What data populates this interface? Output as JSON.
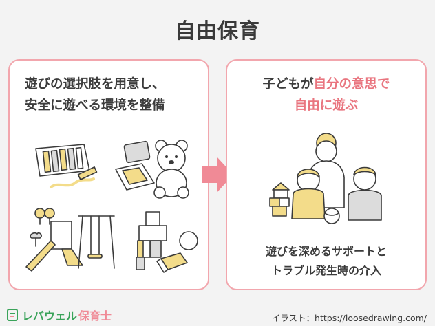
{
  "page_title": "自由保育",
  "left_card": {
    "line1": "遊びの選択肢を用意し、",
    "line2": "安全に遊べる環境を整備"
  },
  "right_card": {
    "line1_a": "子どもが",
    "line1_b": "自分の意思で",
    "line2": "自由に遊ぶ",
    "caption_line1": "遊びを深めるサポートと",
    "caption_line2": "トラブル発生時の介入"
  },
  "footer": {
    "brand_a": "レバウェル",
    "brand_b": "保育士",
    "credit": "イラスト：https://loosedrawing.com/"
  },
  "colors": {
    "accent_pink": "#e9757f",
    "border_pink": "#f2a6ad",
    "brand_green": "#3aa35a",
    "illustration_yellow": "#f3dc8a"
  },
  "icons": [
    "crayon-box-icon",
    "teddy-bear-icon",
    "playground-icon",
    "building-blocks-icon",
    "arrow-right-icon",
    "brand-logo-icon"
  ]
}
